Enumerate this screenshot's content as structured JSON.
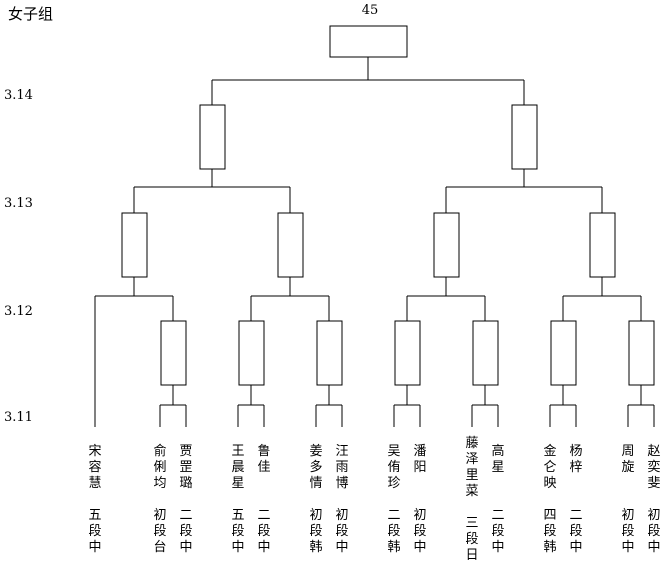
{
  "header": {
    "title": "女子组",
    "count": "45"
  },
  "dates": [
    "3.14",
    "3.13",
    "3.12",
    "3.11"
  ],
  "players": [
    {
      "name": "宋容慧",
      "rank": "五段中"
    },
    {
      "name": "俞俐均",
      "rank": "初段台"
    },
    {
      "name": "贾罡璐",
      "rank": "二段中"
    },
    {
      "name": "王晨星",
      "rank": "五段中"
    },
    {
      "name": "鲁　佳",
      "rank": "二段中"
    },
    {
      "name": "姜多情",
      "rank": "初段韩"
    },
    {
      "name": "汪雨博",
      "rank": "初段中"
    },
    {
      "name": "吴侑珍",
      "rank": "二段韩"
    },
    {
      "name": "潘　阳",
      "rank": "初段中"
    },
    {
      "name": "藤泽里菜",
      "rank": "三段日"
    },
    {
      "name": "高　星",
      "rank": "二段中"
    },
    {
      "name": "金仑映",
      "rank": "四段韩"
    },
    {
      "name": "杨　梓",
      "rank": "二段中"
    },
    {
      "name": "周　旋",
      "rank": "初段中"
    },
    {
      "name": "赵奕斐",
      "rank": "初段中"
    }
  ]
}
